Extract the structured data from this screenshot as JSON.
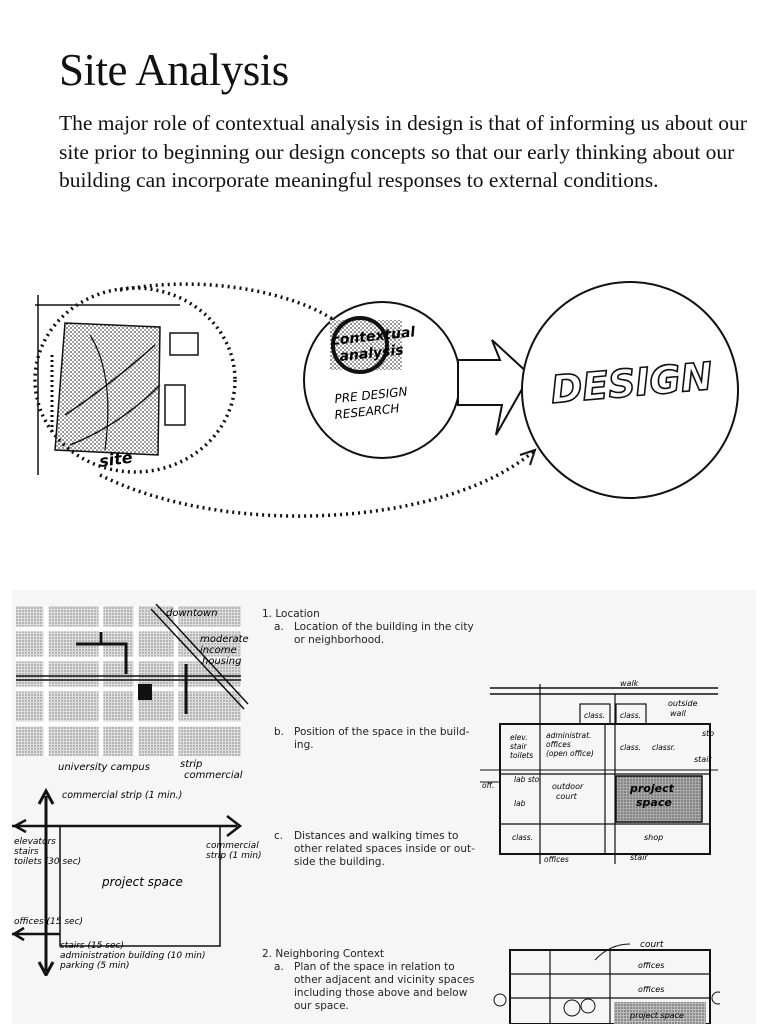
{
  "page": {
    "title": "Site Analysis",
    "intro": "The major role of contextual analysis in design is that of informing us about our site prior to beginning our design concepts so that our early thinking about our building can incorporate meaningful responses to external conditions."
  },
  "concept_diagram": {
    "site_label": "site",
    "bubble_title_line1": "contextual",
    "bubble_title_line2": "analysis",
    "bubble_sub_line1": "PRE DESIGN",
    "bubble_sub_line2": "RESEARCH",
    "design_label": "DESIGN"
  },
  "checklist": {
    "s1_title": "1. Location",
    "s1_a_marker": "a.",
    "s1_a_line1": "Location of the building in the city",
    "s1_a_line2": "or neighborhood.",
    "s1_b_marker": "b.",
    "s1_b_line1": "Position of the space in the build-",
    "s1_b_line2": "ing.",
    "s1_c_marker": "c.",
    "s1_c_line1": "Distances and walking times to",
    "s1_c_line2": "other related spaces inside or out-",
    "s1_c_line3": "side the building.",
    "s2_title": "2. Neighboring Context",
    "s2_a_marker": "a.",
    "s2_a_line1": "Plan of the space in relation to",
    "s2_a_line2": "other adjacent and vicinity spaces",
    "s2_a_line3": "including those above and below",
    "s2_a_line4": "our space."
  },
  "map_sketch": {
    "downtown": "downtown",
    "moderate1": "moderate",
    "moderate2": "income",
    "moderate3": "housing",
    "university": "university campus",
    "strip1": "strip",
    "strip2": "commercial"
  },
  "walk_sketch": {
    "top": "commercial strip (1 min.)",
    "left1": "elevators",
    "left2": "stairs",
    "left3": "toilets (30 sec)",
    "right1": "commercial",
    "right2": "strip (1 min)",
    "center": "project space",
    "offices": "offices (15 sec)",
    "bottom1": "stairs (15 sec)",
    "bottom2": "administration building (10 min)",
    "bottom3": "parking (5 min)"
  },
  "plan_sketch": {
    "walk": "walk",
    "class1": "class.",
    "class2": "class.",
    "outside1": "outside",
    "outside2": "wall",
    "sto": "sto",
    "elev1": "elev.",
    "elev2": "stair",
    "elev3": "toilets",
    "admin1": "administrat.",
    "admin2": "offices",
    "admin3": "(open office)",
    "class3": "class.",
    "class4": "classr.",
    "stair": "stair",
    "lab1": "lab sto",
    "off": "off.",
    "lab2": "lab",
    "outdoor1": "outdoor",
    "outdoor2": "court",
    "project1": "project",
    "project2": "space",
    "class5": "class.",
    "shop": "shop",
    "offices": "offices",
    "stair2": "stair"
  },
  "section_sketch": {
    "court": "court",
    "offices1": "offices",
    "offices2": "offices",
    "project": "project space"
  }
}
